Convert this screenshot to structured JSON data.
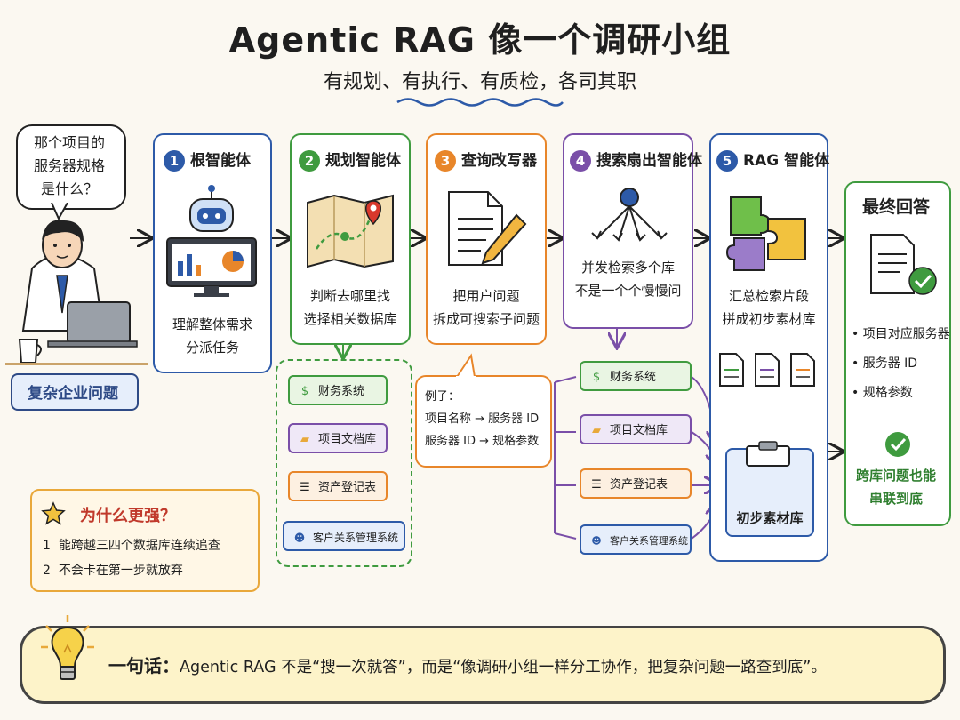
{
  "header": {
    "title": "Agentic RAG 像一个调研小组",
    "subtitle": "有规划、有执行、有质检，各司其职"
  },
  "user": {
    "question": "那个项目的\n服务器规格\n是什么？",
    "tag": "复杂企业问题"
  },
  "agents": [
    {
      "num": "1",
      "name": "根智能体",
      "desc": "理解整体需求\n分派任务",
      "color": "#2d5aa8"
    },
    {
      "num": "2",
      "name": "规划智能体",
      "desc": "判断去哪里找\n选择相关数据库",
      "color": "#3f9b3f"
    },
    {
      "num": "3",
      "name": "查询改写器",
      "desc": "把用户问题\n拆成可搜索子问题",
      "color": "#e8862a"
    },
    {
      "num": "4",
      "name": "搜索扇出智能体",
      "desc": "并发检索多个库\n不是一个个慢慢问",
      "color": "#7a4fa8"
    },
    {
      "num": "5",
      "name": "RAG 智能体",
      "desc": "汇总检索片段\n拼成初步素材库",
      "color": "#2d5aa8"
    }
  ],
  "final": {
    "title": "最终回答",
    "bullets": [
      "项目对应服务器",
      "服务器 ID",
      "规格参数"
    ],
    "conclusion": "跨库问题也能\n串联到底",
    "color": "#3f9b3f"
  },
  "databases": [
    {
      "label": "财务系统",
      "icon": "money-bag-icon",
      "glyph": "$",
      "color": "#3f9b3f",
      "bg": "#e9f5e3"
    },
    {
      "label": "项目文档库",
      "icon": "folder-icon",
      "glyph": "▰",
      "color": "#7a4fa8",
      "bg": "#efe8f7"
    },
    {
      "label": "资产登记表",
      "icon": "clipboard-icon",
      "glyph": "☰",
      "color": "#e8862a",
      "bg": "#fdf0e1"
    },
    {
      "label": "客户关系管理系统",
      "icon": "people-icon",
      "glyph": "☻",
      "color": "#2d5aa8",
      "bg": "#e6eefb"
    }
  ],
  "rewrite_example": {
    "title": "例子：",
    "line1": "项目名称 → 服务器 ID",
    "line2": "服务器 ID → 规格参数"
  },
  "material_label": "初步素材库",
  "why": {
    "title": "为什么更强？",
    "items": [
      {
        "n": "1",
        "text": "能跨越三四个数据库连续追查"
      },
      {
        "n": "2",
        "text": "不会卡在第一步就放弃"
      }
    ]
  },
  "oneliner": {
    "label": "一句话：",
    "text": "Agentic RAG 不是“搜一次就答”，而是“像调研小组一样分工协作，把复杂问题一路查到底”。"
  }
}
